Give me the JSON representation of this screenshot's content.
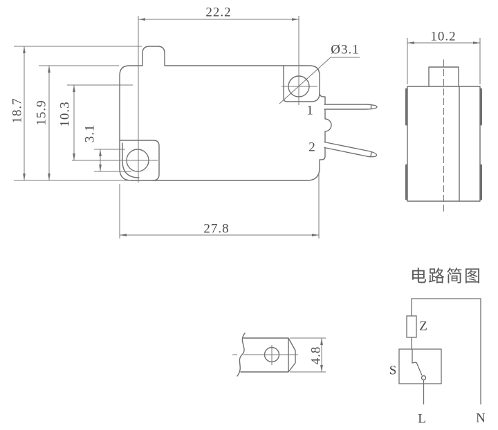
{
  "page": {
    "background": "#ffffff",
    "line_color": "#6f6f6f",
    "text_color": "#4a4a4a"
  },
  "front_view": {
    "dim_hole_span_horizontal": "22.2",
    "dim_height_total": "18.7",
    "dim_height_body": "15.9",
    "dim_hole_span_vertical": "10.3",
    "dim_hole_height": "3.1",
    "dim_width_body": "27.8",
    "hole_diameter_label": "Ø3.1",
    "terminal_1_label": "1",
    "terminal_2_label": "2"
  },
  "side_view": {
    "dim_width": "10.2"
  },
  "terminal_detail": {
    "dim_width": "4.8"
  },
  "circuit_diagram": {
    "title": "电路简图",
    "impedance_label": "Z",
    "switch_label": "S",
    "live_label": "L",
    "neutral_label": "N"
  }
}
